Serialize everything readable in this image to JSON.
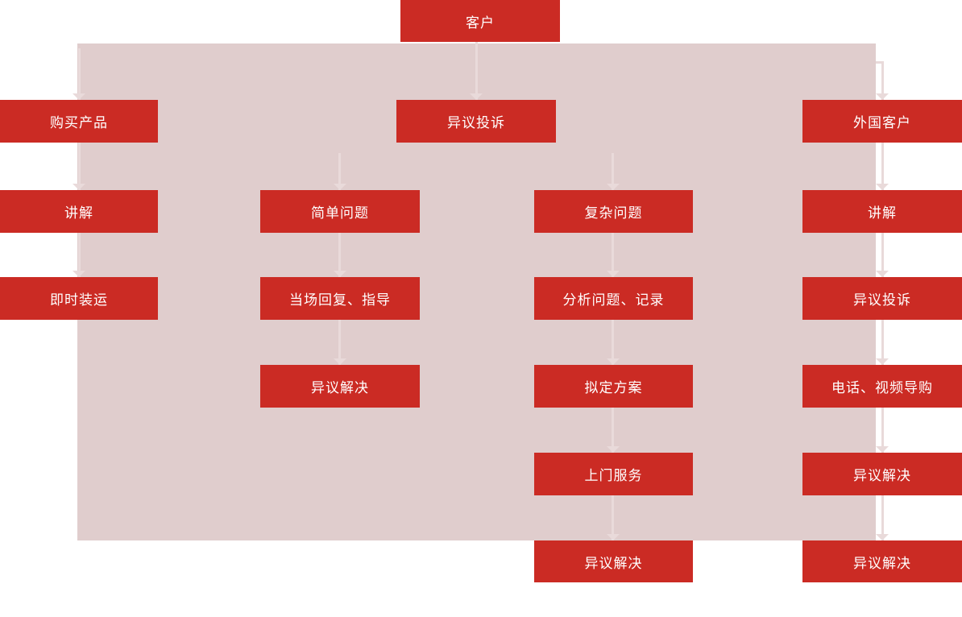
{
  "diagram": {
    "type": "flowchart",
    "colors": {
      "node_fill": "#cb2b24",
      "panel_fill": "#e0cdcd",
      "connector": "#e9dada",
      "node_text": "#ffffff",
      "page_background": "#ffffff"
    },
    "nodes": {
      "kehu": {
        "label": "客户"
      },
      "goumai_chanpin": {
        "label": "购买产品"
      },
      "yiyi_tousu_center": {
        "label": "异议投诉"
      },
      "waiguo_kehu": {
        "label": "外国客户"
      },
      "jiangjie_left": {
        "label": "讲解"
      },
      "jiandan_wenti": {
        "label": "简单问题"
      },
      "fuza_wenti": {
        "label": "复杂问题"
      },
      "jiangjie_right": {
        "label": "讲解"
      },
      "jishi_zhuangyun": {
        "label": "即时装运"
      },
      "dangchang_huifu_zhidao": {
        "label": "当场回复、指导"
      },
      "fenxi_wenti_jilu": {
        "label": "分析问题、记录"
      },
      "yiyi_tousu_right": {
        "label": "异议投诉"
      },
      "yiyi_jiejue_col2": {
        "label": "异议解决"
      },
      "niding_fangan": {
        "label": "拟定方案"
      },
      "dianhua_shipin_daogou": {
        "label": "电话、视频导购"
      },
      "shangmen_fuwu": {
        "label": "上门服务"
      },
      "yiyi_jiejue_right_row5": {
        "label": "异议解决"
      },
      "yiyi_jiejue_col3_last": {
        "label": "异议解决"
      },
      "yiyi_jiejue_right_last": {
        "label": "异议解决"
      }
    },
    "flow_columns": {
      "left": [
        "购买产品",
        "讲解",
        "即时装运"
      ],
      "simple_issue": [
        "简单问题",
        "当场回复、指导",
        "异议解决"
      ],
      "complex_issue": [
        "复杂问题",
        "分析问题、记录",
        "拟定方案",
        "上门服务",
        "异议解决"
      ],
      "foreign_customer": [
        "外国客户",
        "讲解",
        "异议投诉",
        "电话、视频导购",
        "异议解决",
        "异议解决"
      ]
    }
  }
}
